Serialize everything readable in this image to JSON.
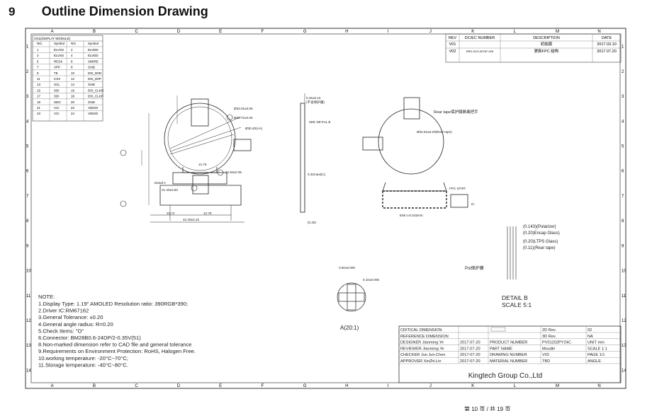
{
  "section": {
    "number": "9",
    "title": "Outline Dimension Drawing"
  },
  "grid": {
    "cols": [
      "A",
      "B",
      "C",
      "D",
      "E",
      "F",
      "G",
      "H",
      "I",
      "J",
      "K",
      "L",
      "M",
      "N"
    ],
    "rows": [
      "1",
      "2",
      "3",
      "4",
      "5",
      "6",
      "7",
      "8",
      "9",
      "10",
      "11",
      "12",
      "13",
      "14"
    ]
  },
  "pin_table": {
    "title": "CN1(DISPLAY MODULE)",
    "headers": [
      "NO.",
      "Symbol",
      "NO.",
      "Symbol"
    ],
    "rows": [
      [
        "1",
        "ELVSS",
        "2",
        "ELVDD"
      ],
      [
        "3",
        "ELVSS",
        "4",
        "ELVDD"
      ],
      [
        "5",
        "RESX",
        "6",
        "SWIRE"
      ],
      [
        "7",
        "VPP",
        "8",
        "GND"
      ],
      [
        "9",
        "TE",
        "10",
        "DSI_D0N"
      ],
      [
        "11",
        "CSX",
        "12",
        "DSI_D0P"
      ],
      [
        "13",
        "SCL",
        "14",
        "GND"
      ],
      [
        "15",
        "SDI",
        "16",
        "DSI_CLKN"
      ],
      [
        "17",
        "SDI",
        "18",
        "DSI_CLKP"
      ],
      [
        "19",
        "SDO",
        "20",
        "GND"
      ],
      [
        "21",
        "VCI",
        "22",
        "VDDIO"
      ],
      [
        "23",
        "VCI",
        "24",
        "VDDIO"
      ]
    ]
  },
  "rev_table": {
    "headers": [
      "REV",
      "DC/EC NUMBER",
      "DESCRIPTION",
      "DATE"
    ],
    "rows": [
      [
        "V01",
        "",
        "初始版",
        "2017.03.10"
      ],
      [
        "V02",
        "ERD-DC0-00787-025",
        "更新FPC 结构",
        "2017.07.20"
      ]
    ]
  },
  "labels": {
    "d_3302": "Ø33.02±0.05",
    "d_3272": "Ø32.72±0.05",
    "d_3040": "Ø30.40(AA)",
    "see_detail": "SEE DETAIL B",
    "d_3264": "Ø32.62±0.20(Rear tape)",
    "rear_tape": "Rear tape保护膜撕离把手",
    "t_045": "0.45±0.10",
    "t_045b": "(不含保护膜)",
    "t_032": "0.32max(IC)",
    "t_030": "(0.30)",
    "dim_2372": "23.72",
    "dim_1278": "12.78",
    "dim_4240": "42.40±0.15",
    "dim_2140": "21.40±0.50",
    "dim_1250": "12.50±0.05",
    "dim_1278b": "12.78",
    "detail_a": "Detail A",
    "emi": "EMI t=0.015mm",
    "fpc_stiff": "FPC STIFF",
    "ic": "IC",
    "layer1": "(0.143)(Polarizer)",
    "layer2": "(0.20)Encap Glass)",
    "layer3": "(0.20)LTPS Glass)",
    "layer4": "(0.11)(Rear tape)",
    "pol": "Pol保护膜",
    "detail_b": "DETAIL B",
    "scale": "SCALE  5:1",
    "a_view": "A(20:1)",
    "d_050": "0.50±0.005",
    "d_010": "0.10±0.005"
  },
  "notes": {
    "title": "NOTE:",
    "items": [
      "1.Display Type: 1.19\" AMOLED   Resolution ratio: 390RGB*390;",
      "2.Driver IC:RM67162",
      "3.General Tolerance: ±0.20",
      "4.General angle radius: R=0.20",
      "5.Check Items: \"O\"",
      "6.Connector: BM28B0.6-24DP/2-0.35V(51)",
      "8.Non-marked dimension refer to CAD file and general tolerance",
      "9.Requirements on Environment Protection: RoHS, Halogen Free.",
      "10.working temperature: -20°C~70°C;",
      "11.Storage temperature: -40°C~80°C."
    ]
  },
  "title_block": {
    "critical": "CRITICAL DIMENSION",
    "reference": "REFERENCE DIMENSION",
    "rev2d": "2D Rev.",
    "rev2d_val": "02",
    "rev3d": "3D Rev.",
    "rev3d_val": "NA",
    "designer": "DESIGNER",
    "designer_name": "Jianming.Ye",
    "designer_date": "2017-07-20",
    "product_number": "PRODUCT NUMBER",
    "product_val": "PV01202PY24C",
    "unit": "UNIT",
    "unit_val": "mm",
    "reviewer": "REVIEWER",
    "reviewer_name": "Jianming.Ye",
    "reviewer_date": "2017-07-20",
    "part_name": "PART NAME",
    "part_val": "Moudle",
    "scale_lbl": "SCALE",
    "scale_val": "1:1",
    "checker": "CHECKER",
    "checker_name": "Jun Jun.Chen",
    "checker_date": "2017-07-20",
    "drawing_number": "DRAWING NUMBER",
    "drawing_val": "V02",
    "page_lbl": "PAGE",
    "page_val": "1/1",
    "approver": "APPROVER",
    "approver_name": "XinZhi.Lin",
    "approver_date": "2017-07-20",
    "material": "MATERIAL NUMBER",
    "material_val": "TBD",
    "angle": "ANGLE",
    "company": "Kingtech Group Co.,Ltd"
  },
  "footer": "第 10 页 / 共 19 页"
}
